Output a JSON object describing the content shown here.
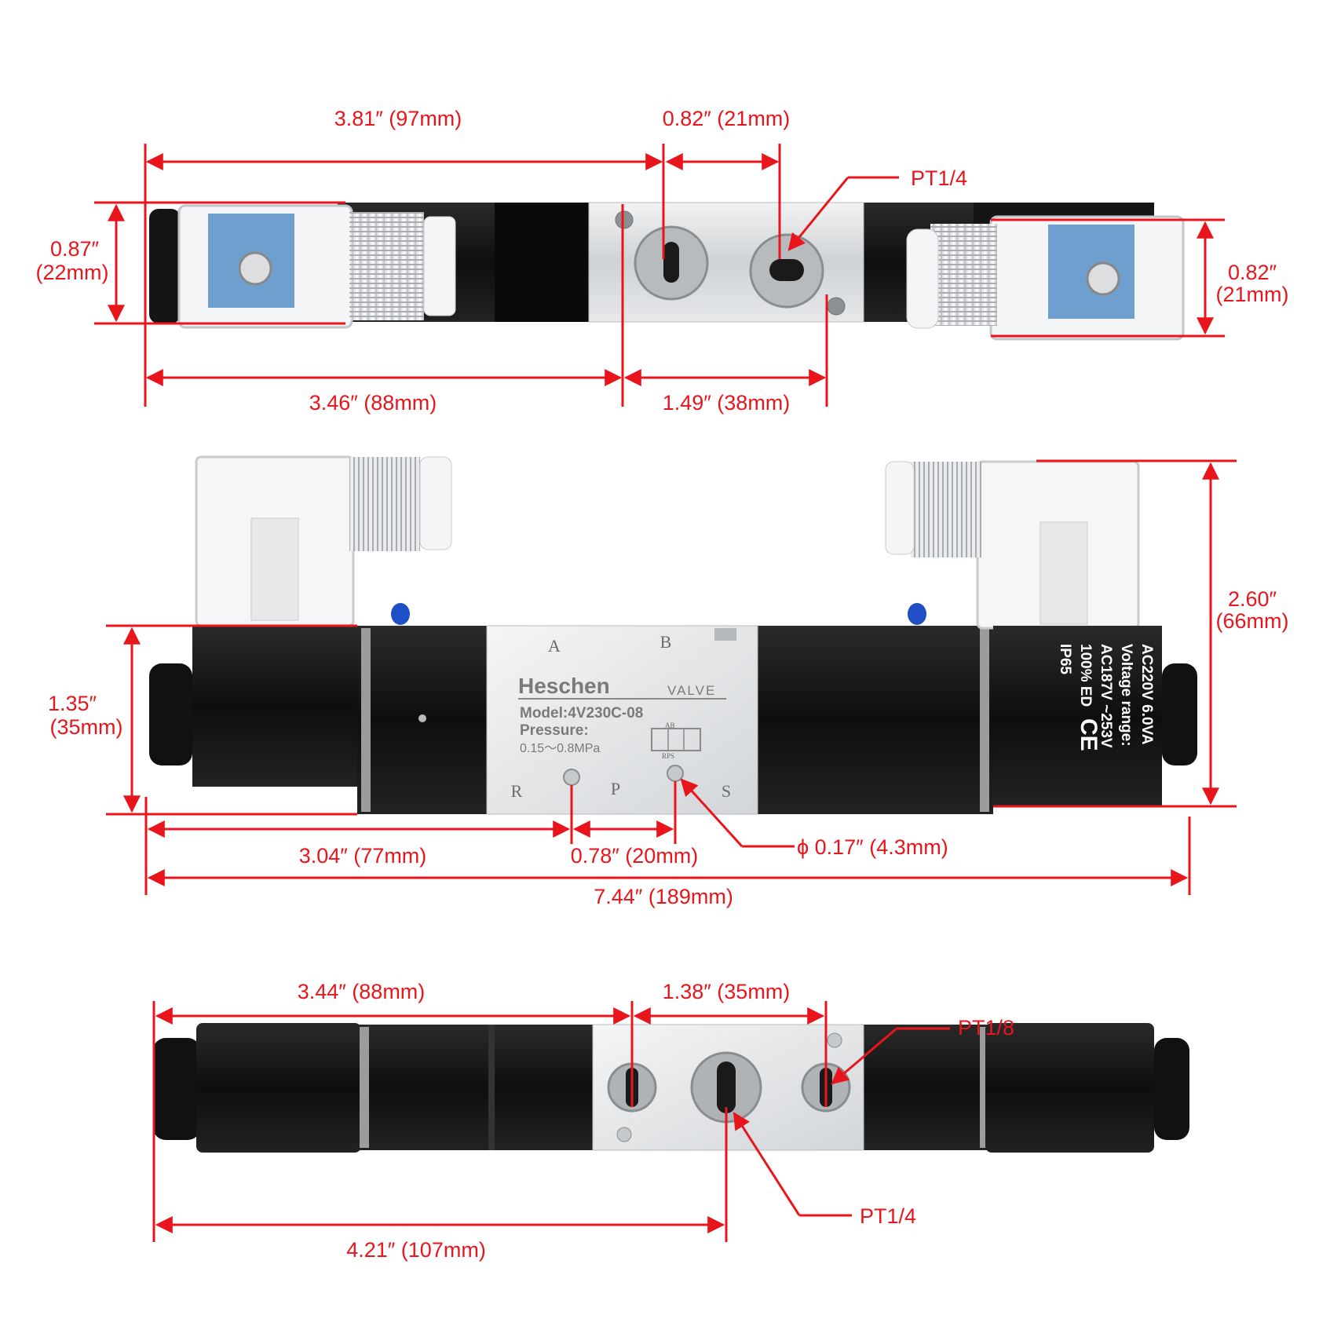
{
  "colors": {
    "dimension": "#e8161c",
    "body": "#121212",
    "aluminum": "#d4d6d8",
    "coil_cover": "#eef0f2",
    "blue_button": "#1f4fc4"
  },
  "top_view": {
    "dims": {
      "d97": "3.81″ (97mm)",
      "d21a": "0.82″ (21mm)",
      "port": "PT1/4",
      "h22_in": "0.87″",
      "h22_mm": "(22mm)",
      "h21_in": "0.82″",
      "h21_mm": "(21mm)",
      "d88": "3.46″ (88mm)",
      "d38": "1.49″ (38mm)"
    }
  },
  "front_view": {
    "ports": {
      "a": "A",
      "b": "B",
      "r": "R",
      "p": "P",
      "s": "S"
    },
    "plate": {
      "brand": "Heschen",
      "type": "VALVE",
      "model": "Model:4V230C-08",
      "pressure": "Pressure:",
      "pressure_range": "0.15～0.8MPa",
      "symbol_top": "AB",
      "symbol_bottom": "RPS"
    },
    "coil_label": {
      "l1": "AC220V 6.0VA",
      "l2": "Voltage range:",
      "l3": "AC187V ~253V",
      "l4": "100% ED",
      "l5": "IP65",
      "l6": "CE"
    },
    "dims": {
      "h35_in": "1.35″",
      "h35_mm": "(35mm)",
      "h66_in": "2.60″",
      "h66_mm": "(66mm)",
      "d77": "3.04″ (77mm)",
      "d20": "0.78″ (20mm)",
      "hole": "ϕ 0.17″ (4.3mm)",
      "d189": "7.44″ (189mm)"
    }
  },
  "bottom_view": {
    "dims": {
      "d88": "3.44″ (88mm)",
      "d35": "1.38″ (35mm)",
      "pt18": "PT1/8",
      "pt14": "PT1/4",
      "d107": "4.21″ (107mm)"
    }
  }
}
